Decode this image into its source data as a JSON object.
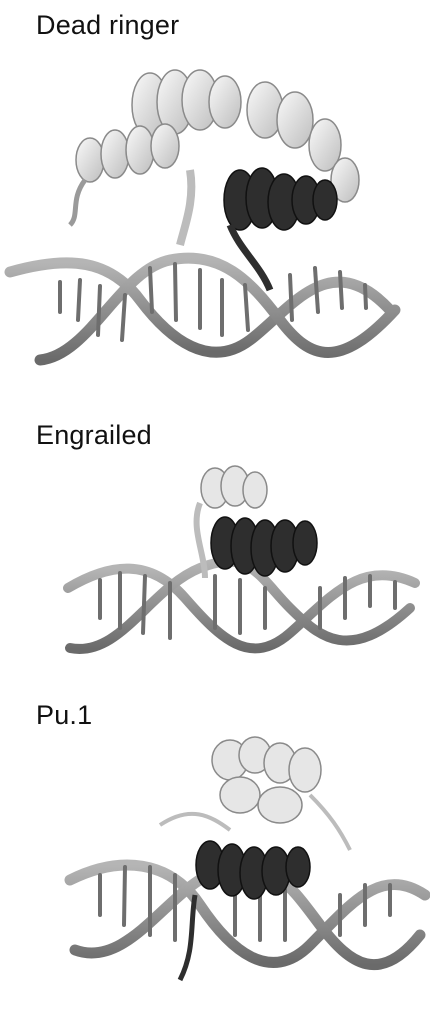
{
  "panels": [
    {
      "title": "Dead ringer"
    },
    {
      "title": "Engrailed"
    },
    {
      "title": "Pu.1"
    }
  ],
  "colors": {
    "background": "#ffffff",
    "dna_backbone": "#8c8c8c",
    "dna_bases": "#6e6e6e",
    "protein_light": "#e6e6e6",
    "recognition_helix": "#2e2e2e"
  }
}
